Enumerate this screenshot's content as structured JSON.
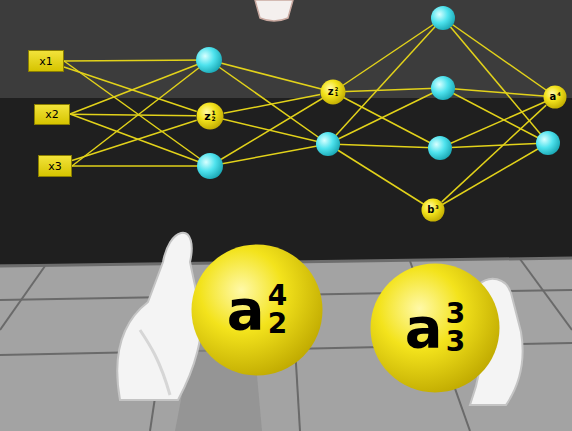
{
  "diagram": {
    "nodes": [
      {
        "text": [
          "x1"
        ]
      },
      {
        "text": [
          "x2"
        ]
      },
      {
        "text": [
          "x3"
        ]
      },
      {
        "text": [
          "z",
          "1",
          "2"
        ]
      },
      {
        "text": [
          "z",
          "2",
          "1"
        ]
      },
      {
        "text": [
          "b",
          "3"
        ]
      },
      {
        "text": [
          "a",
          "4"
        ]
      },
      {
        "text": [
          "a",
          "4",
          "2"
        ]
      },
      {
        "text": [
          "a",
          "3",
          "3"
        ]
      }
    ],
    "edges": [
      {
        "from": 0,
        "to": 3,
        "arrow": "none"
      },
      {
        "from": 1,
        "to": 3,
        "arrow": "none"
      },
      {
        "from": 2,
        "to": 3,
        "arrow": "none"
      },
      {
        "from": 3,
        "to": 4,
        "arrow": "none"
      },
      {
        "from": 5,
        "to": 6,
        "arrow": "none"
      }
    ]
  }
}
